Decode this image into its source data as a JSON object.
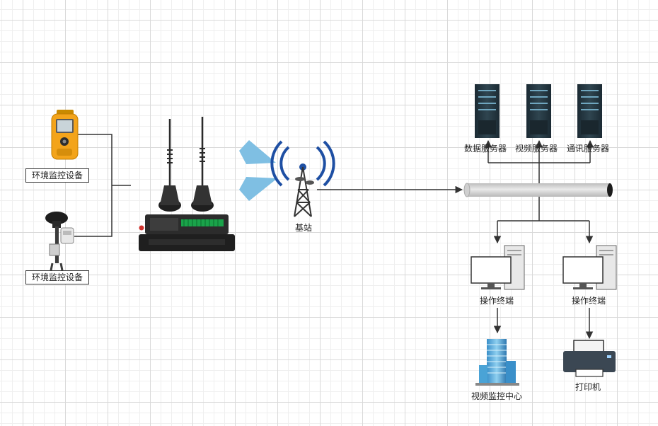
{
  "nodes": {
    "sensor1": {
      "label": "环境监控设备"
    },
    "sensor2": {
      "label": "环境监控设备"
    },
    "base_station": {
      "label": "基站"
    },
    "server_data": {
      "label": "数据服务器"
    },
    "server_video": {
      "label": "视频服务器"
    },
    "server_comm": {
      "label": "通讯服务器"
    },
    "terminal1": {
      "label": "操作终端"
    },
    "terminal2": {
      "label": "操作终端"
    },
    "video_center": {
      "label": "视频监控中心"
    },
    "printer": {
      "label": "打印机"
    }
  },
  "colors": {
    "line": "#333333",
    "signal": "#1e4fa3",
    "wave": "#7fbfe3",
    "server": "#24353f",
    "bus": "#d6d6d6"
  }
}
